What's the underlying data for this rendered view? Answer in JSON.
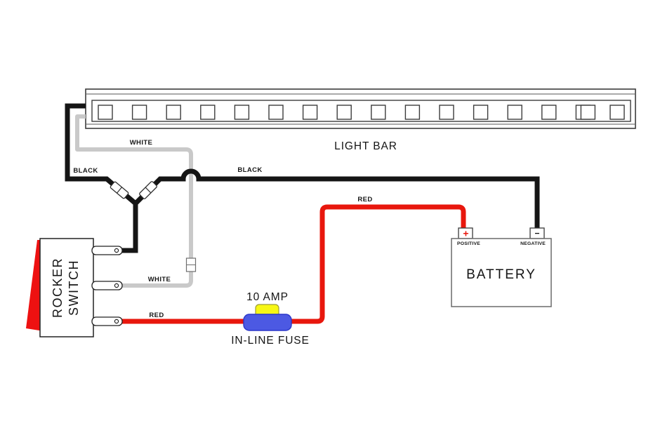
{
  "light_bar": {
    "label": "LIGHT BAR",
    "segment_count": 16,
    "doubled_segment_index": 14
  },
  "rocker_switch": {
    "label_line1": "ROCKER",
    "label_line2": "SWITCH"
  },
  "fuse": {
    "rating": "10 AMP",
    "label": "IN-LINE FUSE"
  },
  "battery": {
    "label": "BATTERY",
    "positive_label": "POSITIVE",
    "negative_label": "NEGATIVE",
    "plus_symbol": "+",
    "minus_symbol": "−"
  },
  "wire_labels": {
    "white_top": "WHITE",
    "black_left": "BLACK",
    "black_mid": "BLACK",
    "red_top": "RED",
    "white_low": "WHITE",
    "red_low": "RED"
  },
  "colors": {
    "black_wire": "#151515",
    "white_wire": "#c9c9c9",
    "red_wire": "#e8170d",
    "switch_red": "#ee1111",
    "fuse_body_blue": "#4c59e3",
    "fuse_body_border": "#2b37c9",
    "fuse_cap_yellow": "#f7f714",
    "fuse_cap_border": "#9c9c35",
    "plus_red": "#e8170d"
  }
}
